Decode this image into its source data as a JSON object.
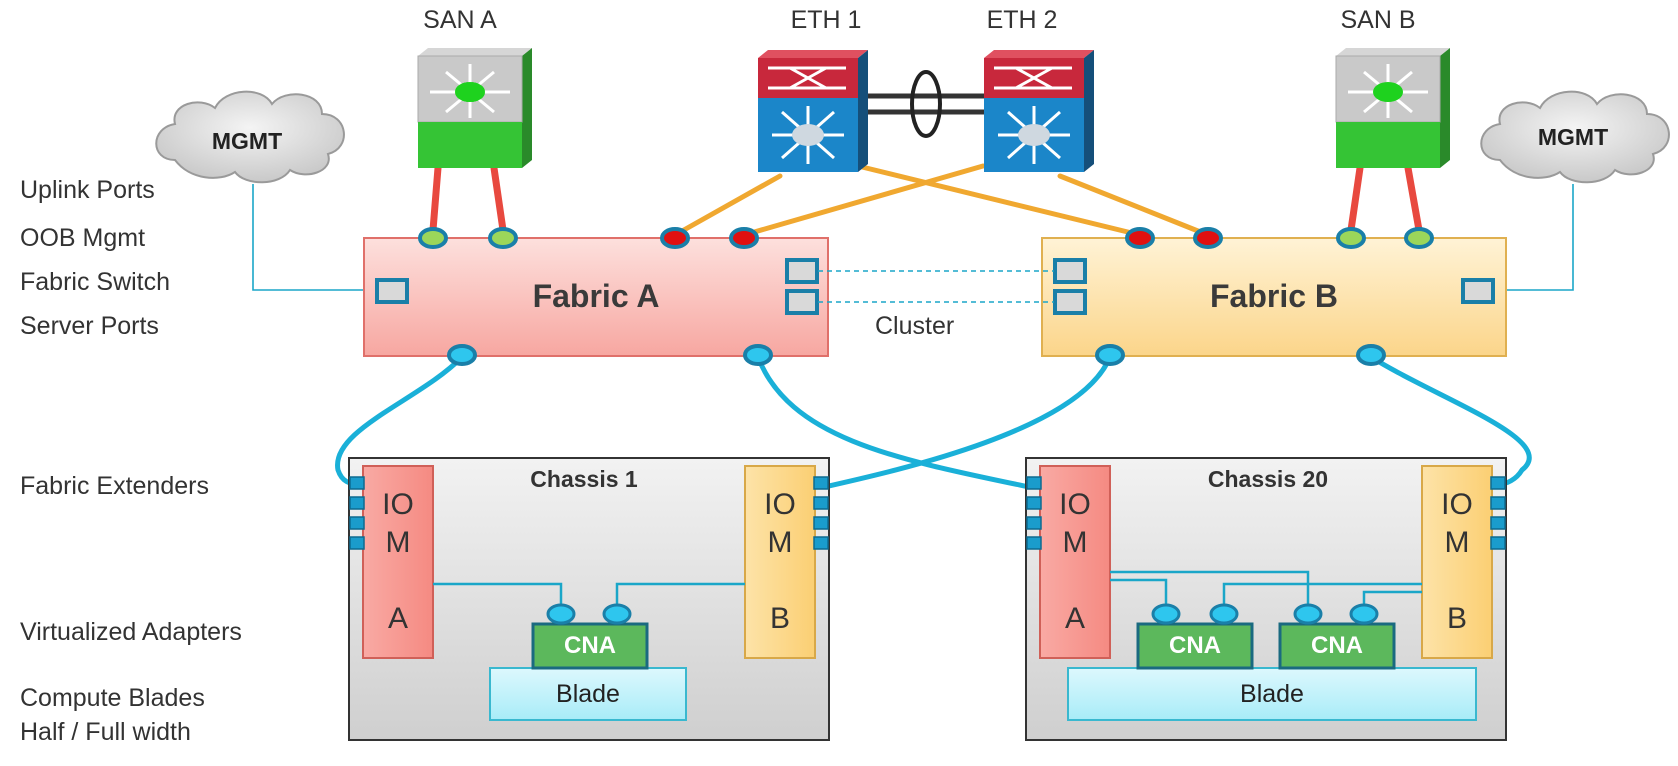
{
  "devices": {
    "san_a": "SAN A",
    "eth1": "ETH 1",
    "eth2": "ETH 2",
    "san_b": "SAN B"
  },
  "clouds": {
    "left": "MGMT",
    "right": "MGMT"
  },
  "side_labels": {
    "uplink_ports": "Uplink Ports",
    "oob_mgmt": "OOB Mgmt",
    "fabric_switch": "Fabric Switch",
    "server_ports": "Server Ports",
    "fabric_extenders": "Fabric Extenders",
    "virtualized_adapters": "Virtualized Adapters",
    "compute_blades_1": "Compute Blades",
    "compute_blades_2": "Half / Full width"
  },
  "fabrics": {
    "a": "Fabric A",
    "b": "Fabric B",
    "cluster": "Cluster"
  },
  "chassis": {
    "one": {
      "title": "Chassis 1",
      "iom_a": [
        "IO",
        "M",
        "A"
      ],
      "iom_b": [
        "IO",
        "M",
        "B"
      ],
      "cna": [
        "CNA"
      ],
      "blade": "Blade"
    },
    "twenty": {
      "title": "Chassis 20",
      "iom_a": [
        "IO",
        "M",
        "A"
      ],
      "iom_b": [
        "IO",
        "M",
        "B"
      ],
      "cna": [
        "CNA",
        "CNA"
      ],
      "blade": "Blade"
    }
  },
  "colors": {
    "uplink_san": "#e8493f",
    "uplink_eth": "#f0a830",
    "server_link": "#1ab0d8",
    "mgmt_link": "#1aa6c8",
    "fabric_a": "#f9b9b4",
    "fabric_b": "#fde2a6",
    "cna": "#5cb85c"
  }
}
